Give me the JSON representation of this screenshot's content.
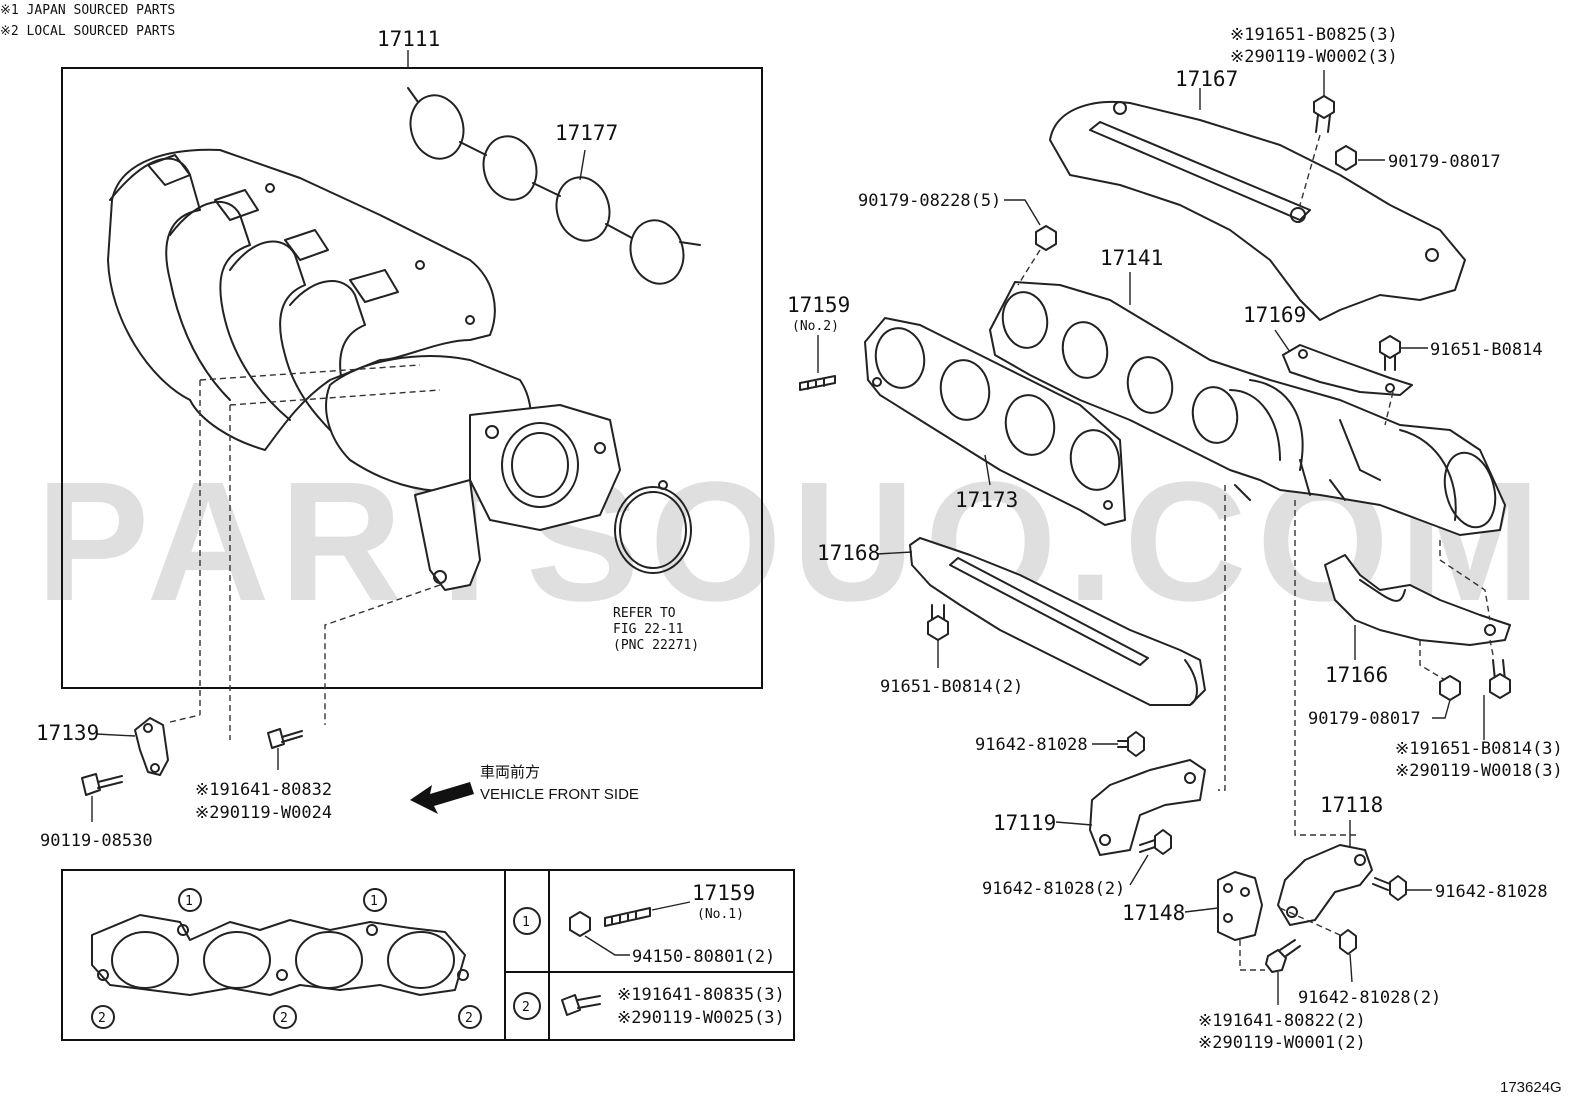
{
  "notes": {
    "note1": "※1 JAPAN SOURCED PARTS",
    "note2": "※2 LOCAL SOURCED PARTS"
  },
  "watermark": "PARTSOUQ.COM",
  "figure_id": "173624G",
  "direction": {
    "jp": "車両前方",
    "en": "VEHICLE FRONT SIDE"
  },
  "refer": {
    "line1": "REFER TO",
    "line2": "FIG 22-11",
    "line3": "(PNC 22271)"
  },
  "parts": {
    "p17111": "17111",
    "p17177": "17177",
    "p17139": "17139",
    "p90119_08530": "90119-08530",
    "p91641_80832": "※191641-80832",
    "p90119_W0024": "※290119-W0024",
    "p17159_no2": "17159",
    "p17159_no2_sub": "(No.2)",
    "p17173": "17173",
    "p17168": "17168",
    "p91651_B0814_2": "91651-B0814(2)",
    "p90179_08228": "90179-08228(5)",
    "p17141": "17141",
    "p17167": "17167",
    "p91651_B0825": "※191651-B0825(3)",
    "p90119_W0002": "※290119-W0002(3)",
    "p90179_08017_top": "90179-08017",
    "p17169": "17169",
    "p91651_B0814_r": "91651-B0814",
    "p17166": "17166",
    "p90179_08017_bot": "90179-08017",
    "p91651_B0814_3": "※191651-B0814(3)",
    "p90119_W0018": "※290119-W0018(3)",
    "p91642_81028_a": "91642-81028",
    "p17119": "17119",
    "p91642_81028_2a": "91642-81028(2)",
    "p17118": "17118",
    "p91642_81028_r": "91642-81028",
    "p17148": "17148",
    "p91642_81028_2b": "91642-81028(2)",
    "p91641_80822": "※191641-80822(2)",
    "p90119_W0001": "※290119-W0001(2)"
  },
  "legend": {
    "marker1": "1",
    "marker2": "2",
    "r1_part": "17159",
    "r1_part_sub": "(No.1)",
    "r1_nut": "94150-80801(2)",
    "r2_line1": "※191641-80835(3)",
    "r2_line2": "※290119-W0025(3)"
  }
}
